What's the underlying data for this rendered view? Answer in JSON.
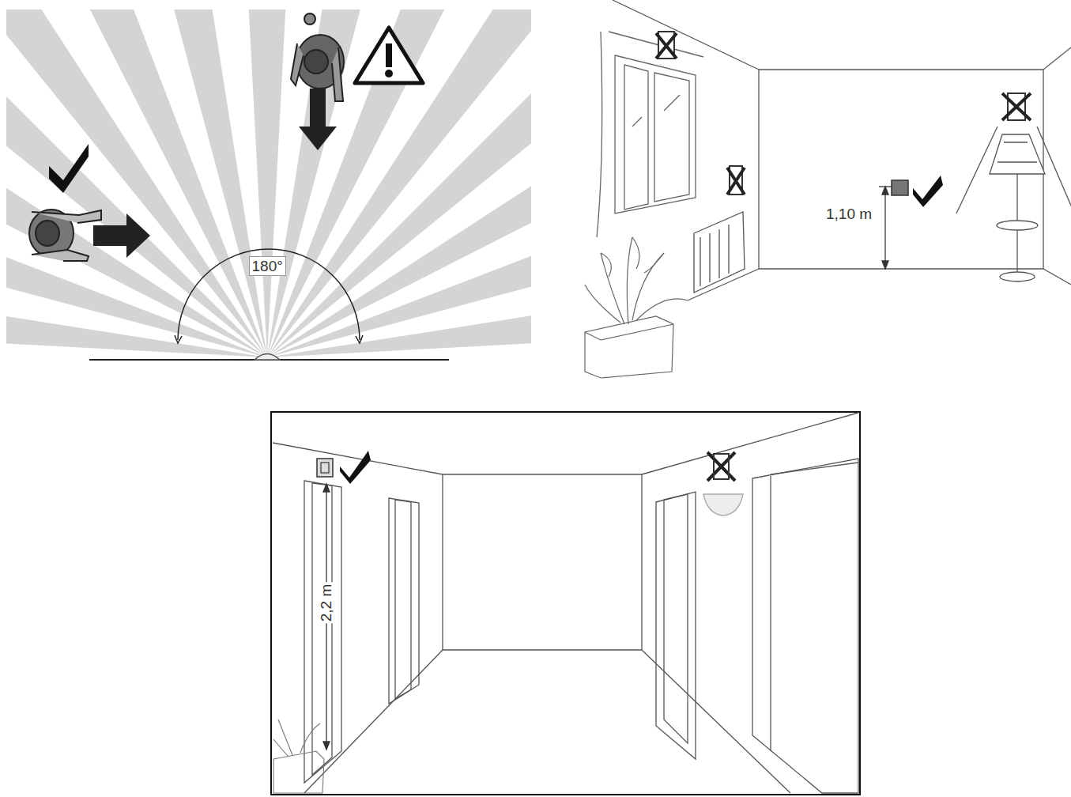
{
  "diagram": {
    "labels": [
      "180°",
      "1,10 m",
      "2,2 m"
    ]
  }
}
